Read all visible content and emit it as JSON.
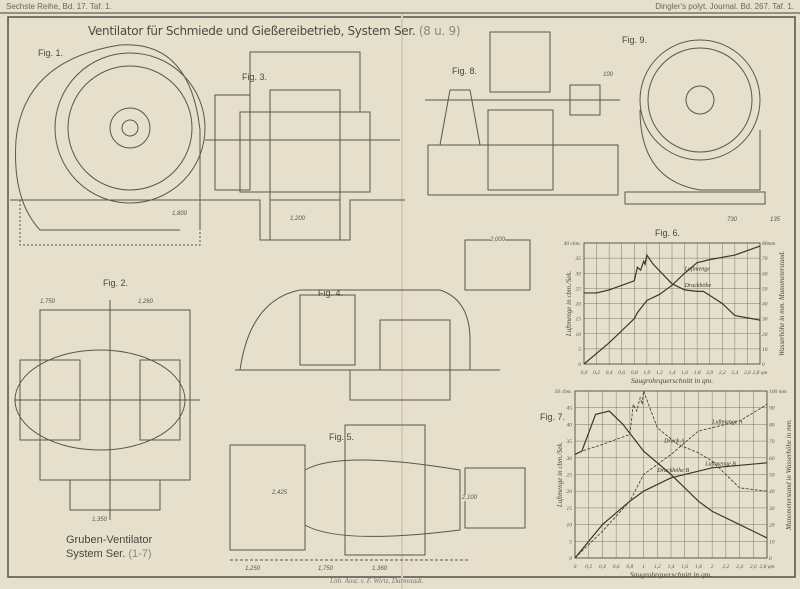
{
  "header": {
    "left": "Sechste Reihe, Bd. 17. Taf. 1.",
    "right": "Dingler's polyt. Journal. Bd. 267. Taf. 1."
  },
  "title": {
    "main": "Ventilator für Schmiede und Gießereibetrieb, System Ser.",
    "ref": "(8 u. 9)"
  },
  "figures": [
    "Fig. 1.",
    "Fig. 2.",
    "Fig. 3.",
    "Fig. 4.",
    "Fig. 5.",
    "Fig. 6.",
    "Fig. 7.",
    "Fig. 8.",
    "Fig. 9."
  ],
  "caption": {
    "line1": "Gruben-Ventilator",
    "line2": "System Ser.",
    "ref": "(1-7)"
  },
  "credit": "Lith. Anst. v. F. Wirtz, Darmstadt.",
  "dimensions": [
    "1,750",
    "1,260",
    "1,350",
    "2,000",
    "1,800",
    "1,200",
    "1,250",
    "1,750",
    "1,360",
    "2,100",
    "2,425",
    "730",
    "135",
    "100"
  ],
  "colors": {
    "paper": "#e6dfcc",
    "ink": "#4a4640"
  },
  "chart_data": [
    {
      "type": "line",
      "title": "Fig. 6.",
      "xlabel": "Saugrohrquerschnitt in qm.",
      "ylabel": "Luftmenge in cbm./Sek.",
      "y2label": "Wasserhöhe in mm. Manometerstand.",
      "xlim": [
        0,
        2.8
      ],
      "ylim": [
        0,
        40
      ],
      "y2lim": [
        0,
        80
      ],
      "xticks": [
        "0,0",
        "0,2",
        "0,4",
        "0,6",
        "0,8",
        "1,0",
        "1,2",
        "1,4",
        "1,6",
        "1,8",
        "2,0",
        "2,2",
        "2,4",
        "2,6",
        "2,8 qm"
      ],
      "yticks": [
        "0",
        "5",
        "10",
        "15",
        "20",
        "25",
        "30",
        "35",
        "40 cbm."
      ],
      "y2ticks": [
        "0",
        "10",
        "20",
        "30",
        "40",
        "50",
        "60",
        "70",
        "80mm"
      ],
      "grid": true,
      "series": [
        {
          "name": "Luftmenge",
          "axis": "left",
          "style": "solid",
          "x": [
            0,
            0.4,
            0.8,
            0.85,
            1.0,
            1.2,
            1.4,
            1.6,
            1.8,
            2.0,
            2.4,
            2.8
          ],
          "y": [
            0,
            7,
            15,
            17,
            21,
            23,
            26,
            30,
            33.5,
            34.5,
            36,
            39
          ]
        },
        {
          "name": "Druckhöhe",
          "axis": "right",
          "style": "solid",
          "x": [
            0,
            0.2,
            0.4,
            0.8,
            0.85,
            0.9,
            0.95,
            0.97,
            1.0,
            1.1,
            1.4,
            1.6,
            1.8,
            1.9,
            2.2,
            2.4,
            2.8
          ],
          "y": [
            47,
            47,
            49,
            55,
            64,
            62,
            68,
            66,
            72,
            66,
            53,
            49,
            48,
            48,
            40,
            32,
            29
          ]
        }
      ]
    },
    {
      "type": "line",
      "title": "Fig. 7.",
      "xlabel": "Saugrohrquerschnitt in qm.",
      "ylabel": "Luftmenge in cbm./Sek.",
      "y2label": "Manometerstand in Wasserhöhe in mm.",
      "xlim": [
        0,
        2.8
      ],
      "ylim": [
        0,
        50
      ],
      "y2lim": [
        0,
        100
      ],
      "xticks": [
        "0",
        "0,2",
        "0,4",
        "0,6",
        "0,8",
        "1",
        "1,2",
        "1,4",
        "1,6",
        "1,8",
        "2",
        "2,2",
        "2,4",
        "2,6",
        "2,8 qm"
      ],
      "yticks": [
        "0",
        "5",
        "10",
        "15",
        "20",
        "25",
        "30",
        "35",
        "40",
        "45",
        "50 cbm."
      ],
      "y2ticks": [
        "0",
        "10",
        "20",
        "30",
        "40",
        "50",
        "60",
        "70",
        "80",
        "90",
        "100 mm"
      ],
      "grid": true,
      "series": [
        {
          "name": "Luftmenge A",
          "axis": "left",
          "style": "dashed",
          "x": [
            0,
            0.4,
            0.8,
            1.0,
            1.4,
            1.8,
            2.0,
            2.4,
            2.8
          ],
          "y": [
            0,
            8,
            17,
            25,
            31,
            38,
            39,
            41,
            46
          ]
        },
        {
          "name": "Druck A",
          "axis": "right",
          "style": "dashed",
          "x": [
            0,
            0.1,
            0.4,
            0.8,
            0.85,
            0.9,
            0.95,
            0.98,
            1.0,
            1.2,
            1.5,
            1.8,
            2.0,
            2.4,
            2.8
          ],
          "y": [
            62,
            64,
            68,
            74,
            92,
            88,
            96,
            92,
            100,
            78,
            68,
            63,
            58,
            42,
            40
          ]
        },
        {
          "name": "Luftmenge B",
          "axis": "left",
          "style": "solid",
          "x": [
            0,
            0.4,
            0.8,
            1.0,
            1.4,
            2.0,
            2.8
          ],
          "y": [
            0,
            10,
            17,
            20,
            24,
            27,
            28.5
          ]
        },
        {
          "name": "Druckhöhe B",
          "axis": "right",
          "style": "solid",
          "x": [
            0,
            0.1,
            0.3,
            0.5,
            0.7,
            1.0,
            1.4,
            1.8,
            2.0,
            2.4,
            2.8
          ],
          "y": [
            62,
            64,
            86,
            88,
            80,
            64,
            50,
            34,
            28,
            20,
            12
          ]
        }
      ]
    }
  ]
}
